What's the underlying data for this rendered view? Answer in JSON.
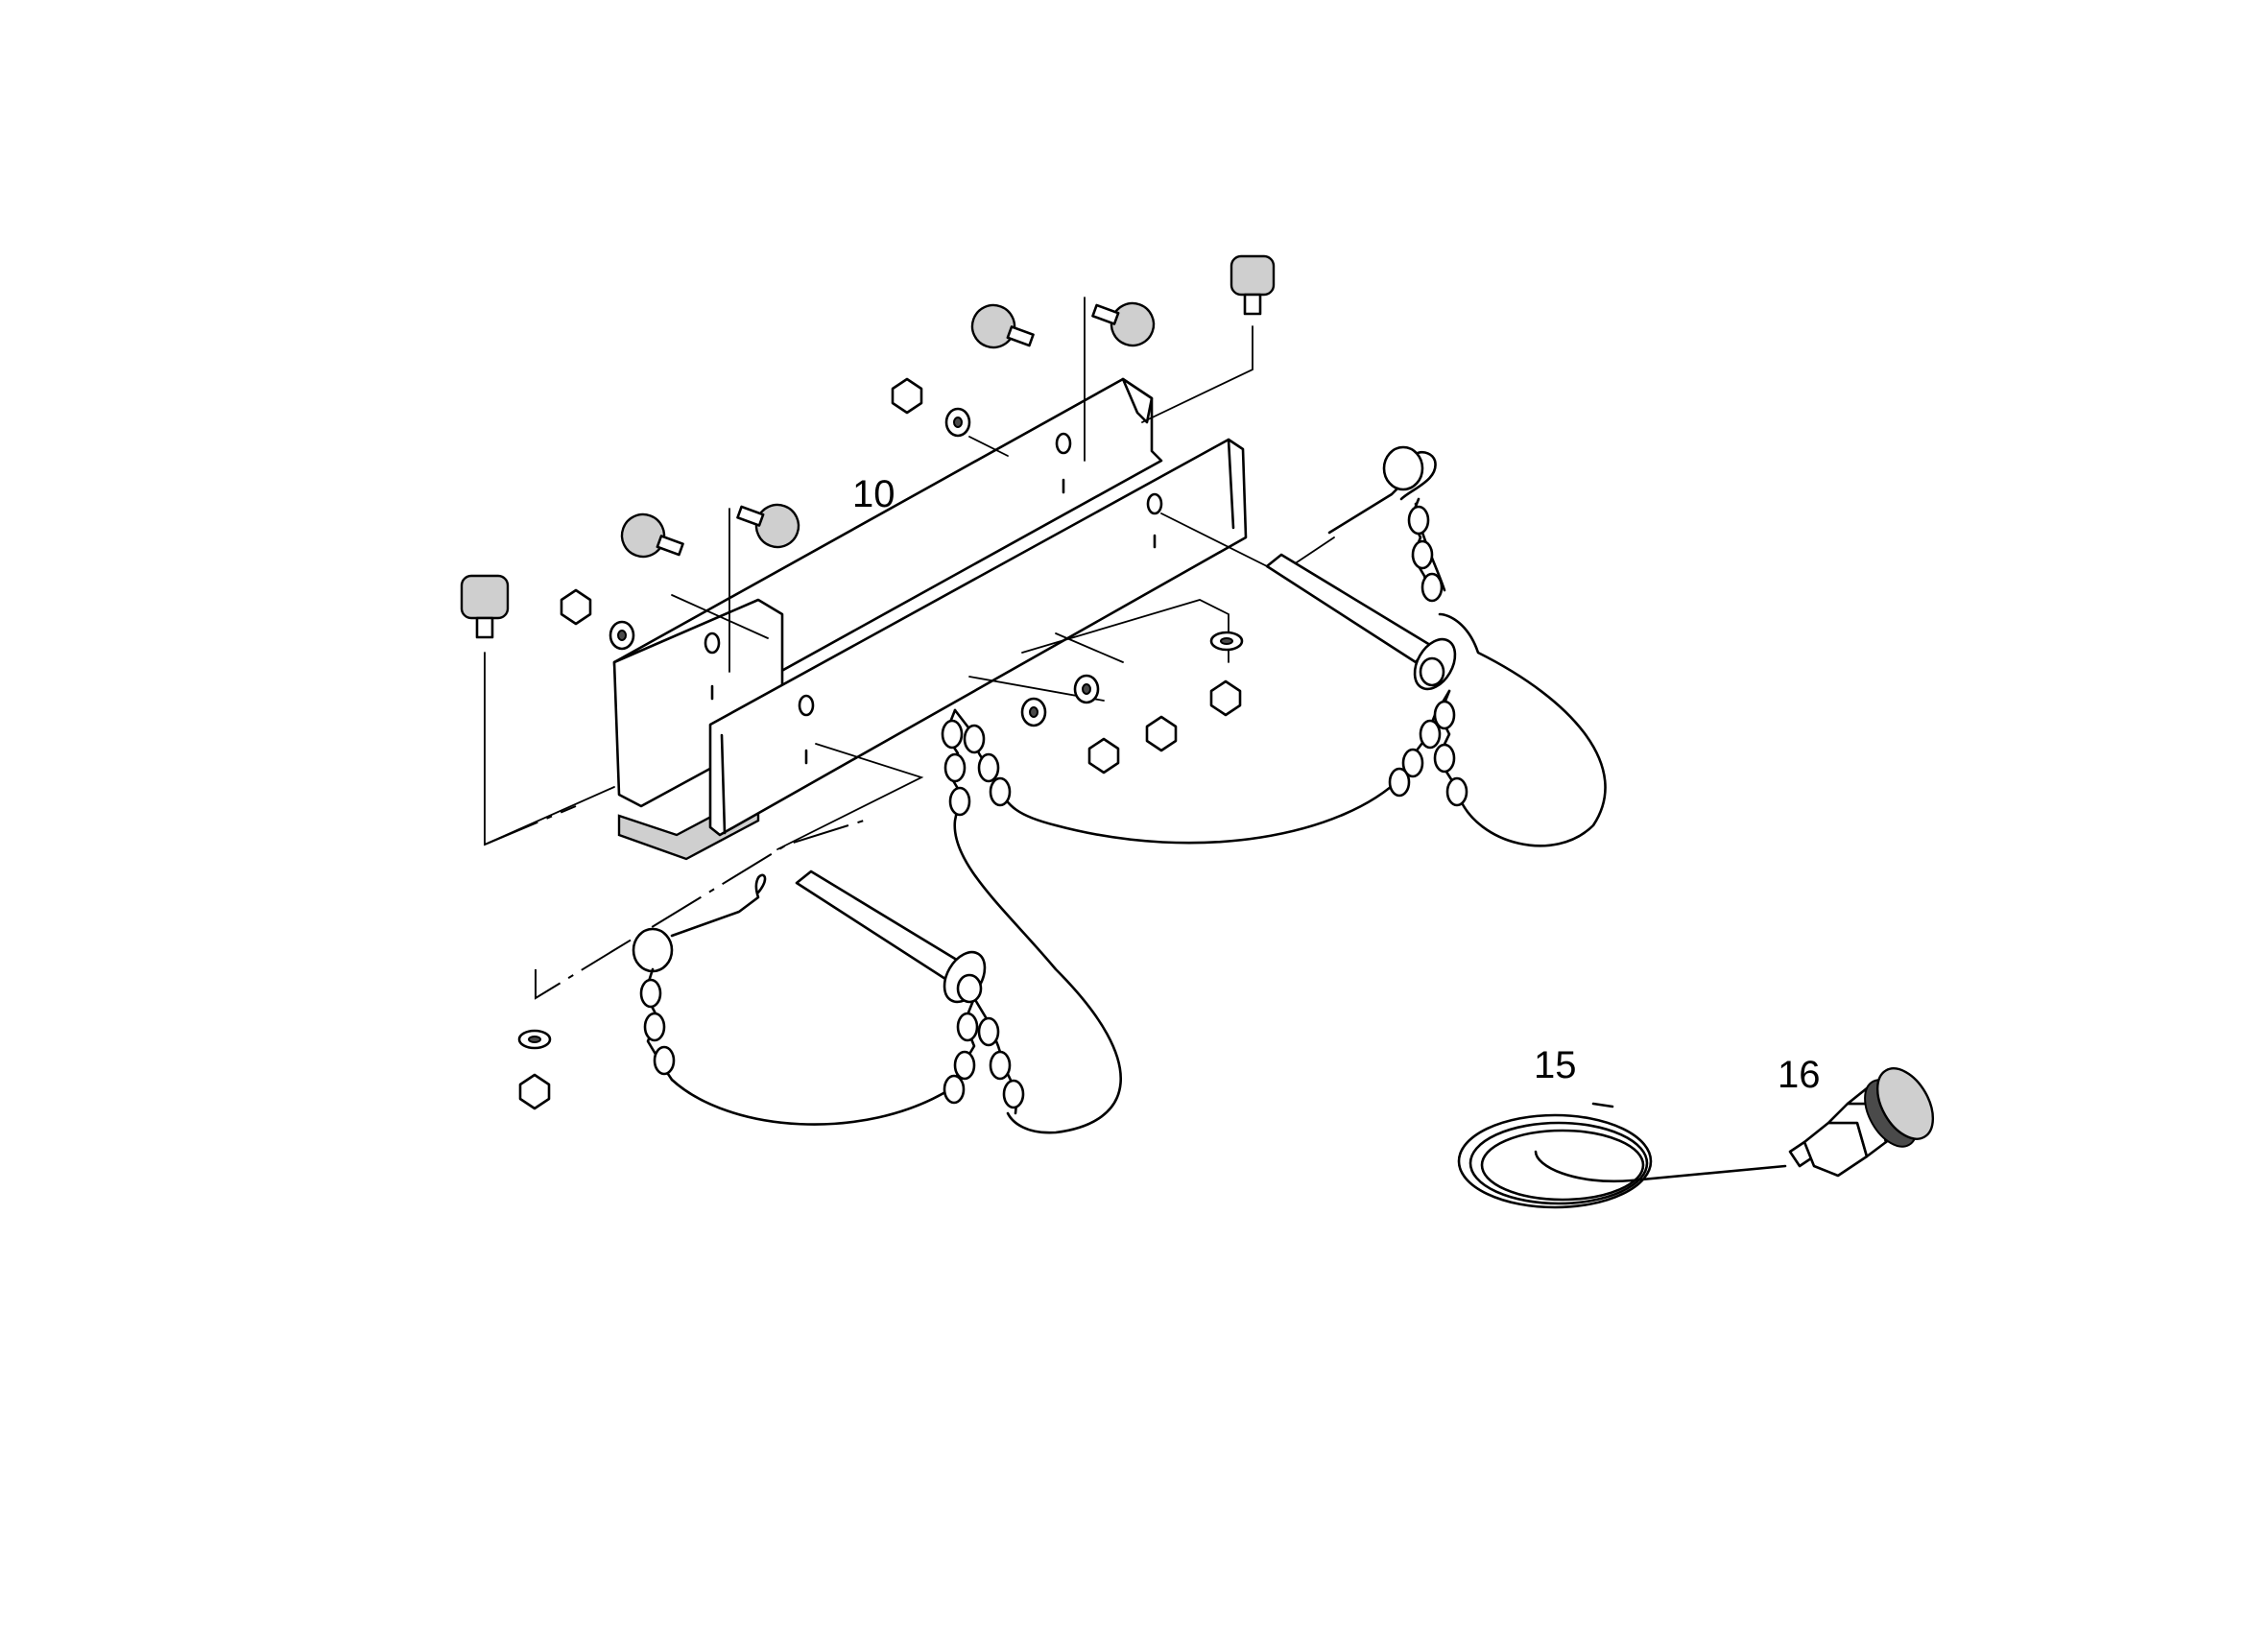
{
  "callouts": {
    "part_10": "10",
    "part_15": "15",
    "part_16": "16"
  },
  "icons": [
    "mounting-bracket",
    "knob",
    "nut",
    "washer",
    "pin",
    "chain",
    "hose",
    "fitting"
  ]
}
